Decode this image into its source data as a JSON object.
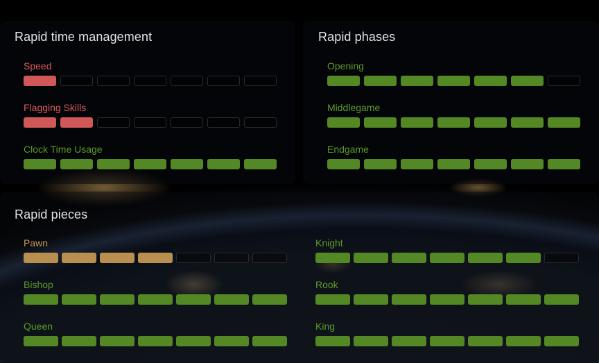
{
  "colors": {
    "bad": "#d05858",
    "good": "#548824",
    "medium": "#b98f50",
    "label_bad": "#d85858",
    "label_good": "#5c9a28",
    "label_medium": "#c39755"
  },
  "time_management": {
    "title": "Rapid time management",
    "metrics": [
      {
        "label": "Speed",
        "level": "bad",
        "filled": 1,
        "total": 7
      },
      {
        "label": "Flagging Skills",
        "level": "bad",
        "filled": 2,
        "total": 7
      },
      {
        "label": "Clock Time Usage",
        "level": "good",
        "filled": 7,
        "total": 7
      }
    ]
  },
  "phases": {
    "title": "Rapid phases",
    "metrics": [
      {
        "label": "Opening",
        "level": "good",
        "filled": 6,
        "total": 7
      },
      {
        "label": "Middlegame",
        "level": "good",
        "filled": 7,
        "total": 7
      },
      {
        "label": "Endgame",
        "level": "good",
        "filled": 7,
        "total": 7
      }
    ]
  },
  "pieces": {
    "title": "Rapid pieces",
    "metrics": [
      {
        "label": "Pawn",
        "level": "medium",
        "filled": 4,
        "total": 7
      },
      {
        "label": "Bishop",
        "level": "good",
        "filled": 7,
        "total": 7
      },
      {
        "label": "Queen",
        "level": "good",
        "filled": 7,
        "total": 7
      },
      {
        "label": "Knight",
        "level": "good",
        "filled": 6,
        "total": 7
      },
      {
        "label": "Rook",
        "level": "good",
        "filled": 7,
        "total": 7
      },
      {
        "label": "King",
        "level": "good",
        "filled": 7,
        "total": 7
      }
    ]
  }
}
